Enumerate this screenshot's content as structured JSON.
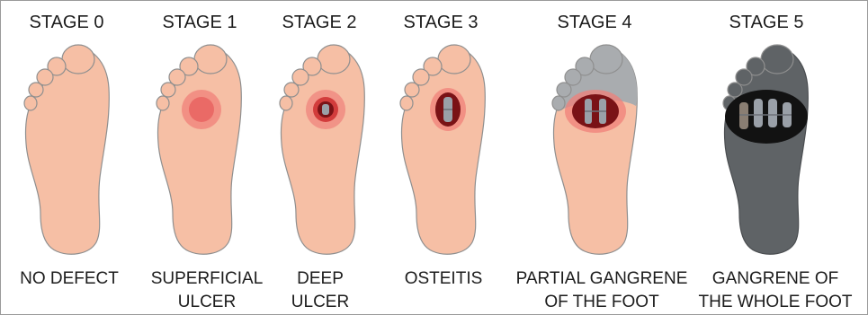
{
  "stages": [
    {
      "title": "STAGE 0",
      "caption_lines": [
        "NO DEFECT"
      ]
    },
    {
      "title": "STAGE 1",
      "caption_lines": [
        "SUPERFICIAL",
        "ULCER"
      ]
    },
    {
      "title": "STAGE 2",
      "caption_lines": [
        "DEEP",
        "ULCER"
      ]
    },
    {
      "title": "STAGE 3",
      "caption_lines": [
        "OSTEITIS"
      ]
    },
    {
      "title": "STAGE 4",
      "caption_lines": [
        "PARTIAL GANGRENE",
        "OF THE FOOT"
      ]
    },
    {
      "title": "STAGE 5",
      "caption_lines": [
        "GANGRENE OF",
        "THE WHOLE FOOT"
      ]
    }
  ],
  "colors": {
    "skin": "#f6bfa5",
    "skin_outline": "#8f8f8f",
    "ulcer_outer": "#f0807a",
    "ulcer_inner": "#e34f4f",
    "wound_dark": "#7a1216",
    "bone": "#9aa0a8",
    "gangrene_partial": "#a9acaf",
    "gangrene_full": "#5f6366",
    "necrosis_black": "#121212"
  }
}
